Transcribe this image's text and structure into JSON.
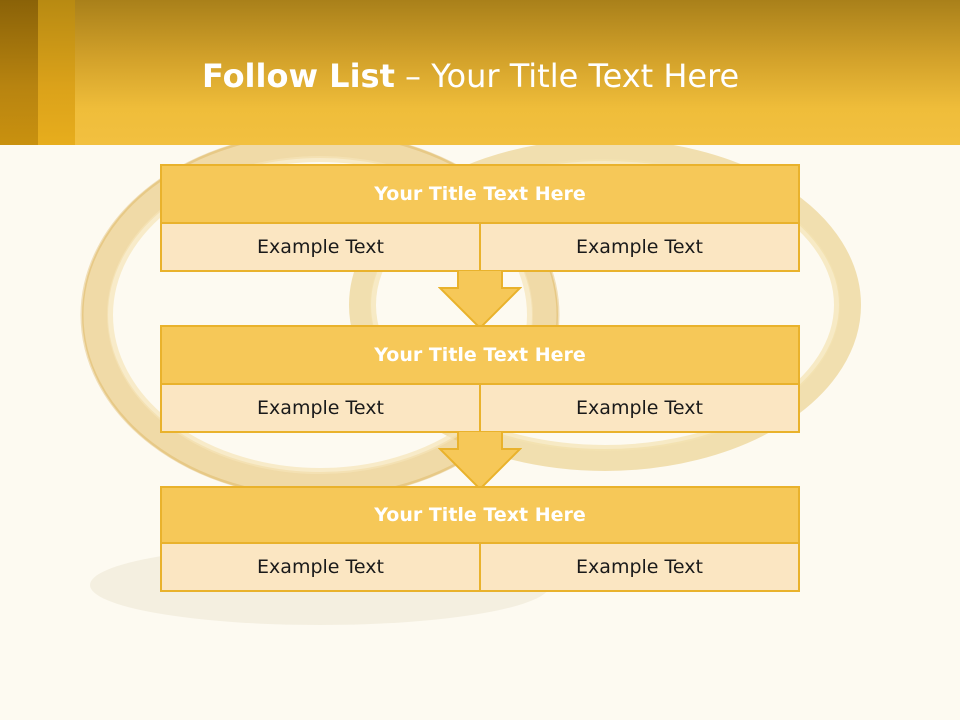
{
  "header": {
    "title_bold": "Follow List",
    "title_rest": " – Your Title Text Here"
  },
  "blocks": [
    {
      "title": "Your Title Text Here",
      "left": "Example Text",
      "right": "Example Text"
    },
    {
      "title": "Your Title Text Here",
      "left": "Example Text",
      "right": "Example Text"
    },
    {
      "title": "Your Title Text Here",
      "left": "Example Text",
      "right": "Example Text"
    }
  ],
  "colors": {
    "header_gold": "#efbd3a",
    "block_title_fill": "#f6c858",
    "block_cell_fill": "#fbe6c2",
    "border": "#e9b22c",
    "background": "#fdfaf1"
  }
}
